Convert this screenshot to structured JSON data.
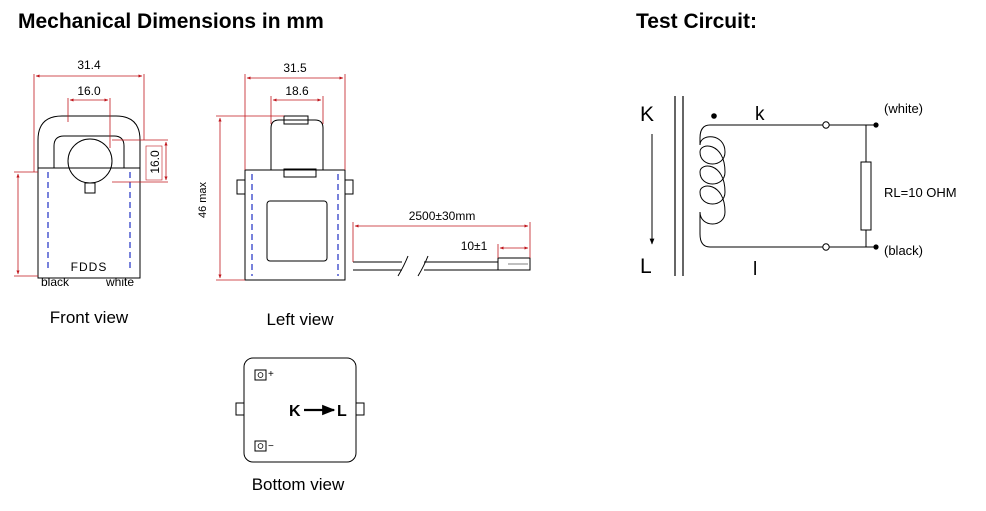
{
  "headings": {
    "mechanical": "Mechanical Dimensions in mm",
    "test_circuit": "Test Circuit:"
  },
  "front_view": {
    "caption": "Front view",
    "dim_width": "31.4",
    "dim_inner": "16.0",
    "dim_side": "16.0",
    "marking": "FDDS",
    "label_black": "black",
    "label_white": "white"
  },
  "left_view": {
    "caption": "Left view",
    "dim_width": "31.5",
    "dim_inner": "18.6",
    "dim_height": "46 max",
    "dim_cable": "2500±30mm",
    "dim_tip": "10±1"
  },
  "bottom_view": {
    "caption": "Bottom view",
    "arrow_label_k": "K",
    "arrow_label_l": "L",
    "plus_sign": "+",
    "minus_sign": "−"
  },
  "circuit": {
    "primary_top": "K",
    "primary_bottom": "L",
    "secondary_top": "k",
    "secondary_bottom": "l",
    "terminal_white": "(white)",
    "terminal_black": "(black)",
    "load": "RL=10 OHM"
  },
  "colors": {
    "dimension_red": "#c0181e",
    "hidden_blue": "#2f3fc8",
    "outline": "#000000"
  }
}
